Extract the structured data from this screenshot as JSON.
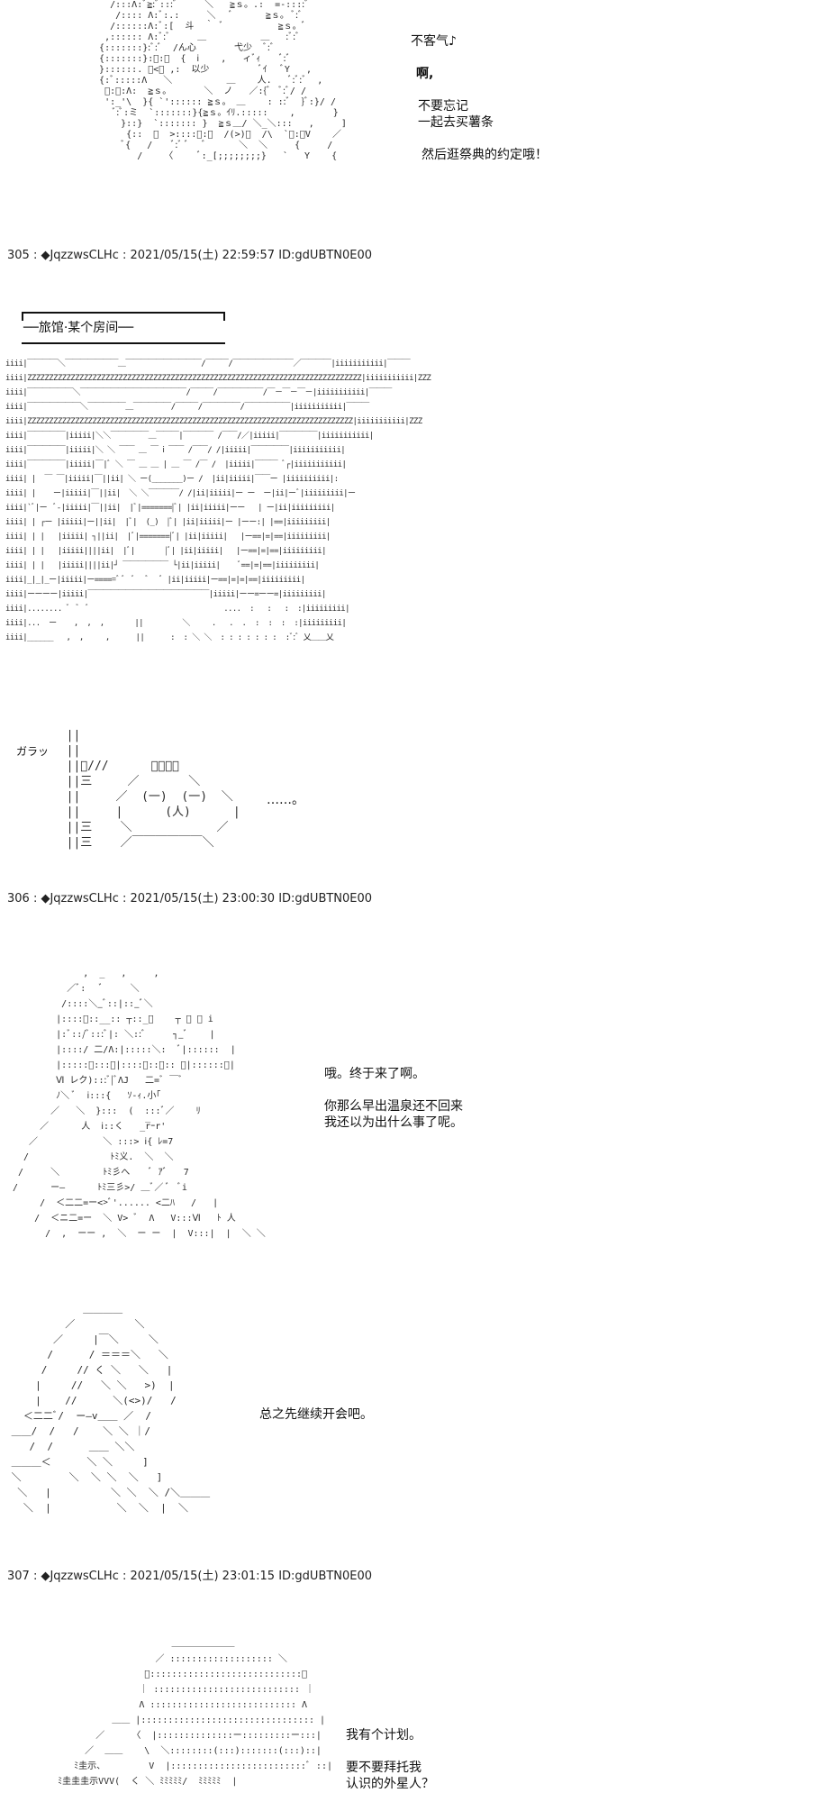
{
  "post_headers": [
    "305 : ◆JqzzwsCLHc : 2021/05/15(土) 22:59:57 ID:gdUBTN0E00",
    "306 : ◆JqzzwsCLHc : 2021/05/15(土) 23:00:30 ID:gdUBTN0E00",
    "307 : ◆JqzzwsCLHc : 2021/05/15(土) 23:01:15 ID:gdUBTN0E00"
  ],
  "top_dialog": {
    "line1": "不客气♪",
    "line2": "啊,",
    "line3": "不要忘记",
    "line4": "一起去买薯条",
    "line5": "然后逛祭典的约定哦！"
  },
  "scene_title": "──旅馆·某个房间──",
  "sfx": {
    "door": "ガラッ",
    "ellipsis": "……。"
  },
  "post306_dialog": {
    "line1": "哦。终于来了啊。",
    "line2": "你那么早出温泉还不回来",
    "line3": "我还以为出什么事了呢。",
    "line4": "总之先继续开会吧。"
  },
  "post307_dialog": {
    "line1": "我有个计划。",
    "line2": "要不要拜托我",
    "line3": "认识的外星人？"
  },
  "aa": {
    "top_char": "     /:::Λ:ﾞ≧:ﾞ:::ﾞ     ＼   ≧ｓ。.:  =-::::ﾞ\n      /:::: Λ:ﾞ:.:     ＼   ﾞ      ≧ｓ。 ﾞ:ﾞ\n     /::::::Λ:ﾞ:[  斗  ｀ ﾞ          ≧ｓ。ﾞ\n    ,:::::: Λ:ﾞ:ﾞ     ＿          ＿   :ﾞ:ﾞ\n   {:::::::}:ﾞ:ﾞ  /ん心       弋少  ﾞ:ﾞ\n   {:::::::}:ﾞ:ﾞ  {  ⅰ    ,   ィﾞｨ    ﾞ:ﾞ\n   }::::::. ﾞ<ﾞ ,:  以少         ﾞｲ   ﾞY   ,\n   {:ﾞ:::::Λ   ＼          ＿    人.   ﾞ:ﾞ:ﾞ  ,\n    ﾞ:ﾞ:Λ:  ≧ｓ。      ＼  ノ   ／:{ﾞ  ﾞ:ﾞ/ /\n    ':_'\\  }{ `':::::: ≧ｓ。 ＿    : ::ﾞ  }ﾞ:}/ /\n      ﾞ:ﾞ:ミ  `:::::::}{≧ｓ。ｲﾘ.:::::    ,       }\n       }::}  `::::::: }  ≧ｓ＿/ ＼_＼:::   ,     ]\n        {::  ﾞ  >::::ﾞ:ﾞ  /(>)ﾞ  /\\  `ﾞ:ﾞV    ／\n       ﾞ{   /    ﾞ:ﾞ ﾞ   ﾞ      ＼  ＼     {     /\n          /    〈     ﾞ:_[;;;;;;;;}   `   Y    {",
    "room": "iiii|￣￣￣￣＼￣￣￣￣￣￣￣＿￣￣￣￣￣￣￣￣￣￣/￣￣￣/￣￣￣￣￣￣￣￣／￣￣￣￣|iiiiiiiiiii|￣￣￣\niiii|ZZZZZZZZZZZZZZZZZZZZZZZZZZZZZZZZZZZZZZZZZZZZZZZZZZZZZZZZZZZZZZZZZZZZZZZZZZZZZ|iiiiiiiiiii|ZZZ\niiii|￣￣￣￣￣￣＼￣￣￣￣￣￣￣￣￣￣￣￣￣￣/￣￣￣/￣￣￣￣￣￣/￣－￣－￣－|iiiiiiiiiii|￣￣￣\niiii|￣￣￣￣￣￣￣＼￣￣￣￣￣＿￣￣￣￣￣/￣￣￣/￣￣￣￣￣/￣￣￣￣￣￣|iiiiiiiiiii|￣￣￣\niiii|ZZZZZZZZZZZZZZZZZZZZZZZZZZZZZZZZZZZZZZZZZZZZZZZZZZZZZZZZZZZZZZZZZZZZZZZZZZZ|iiiiiiiiiii|ZZZ\niiii|￣￣￣￣￣|iiiii|＼＼￣￣￣￣￣＿￣￣￣|￣￣￣￣ /￣￣/／|iiiii|￣￣￣￣￣|iiiiiiiiiii|\niiii|￣￣￣￣￣|iiiii|＼ ＼ ￣￣ ＿ ￣ ⅰ ￣￣ /￣￣/ /|iiiii|￣￣￣￣￣|iiiiiiiiiii|\niiii|￣￣￣￣￣|iiiii|￣|ﾞ ＼ ￣ ＿ ＿ | ＿ ￣ /￣ /  |iiiii|￣￣￣ ﾞ┌|iiiiiiiiiii|\niiii| |  ￣ ￣|iiiii|￣||ii| ＼ ー(_______)ー /  |ii|iiiii|￣￣ー |iiiiiiiiii|:\niiii| |    ー|iiiii|￣||ii|  ＼ ＼￣￣￣￣/ /|ii|iiiii|ー ー  ー|ii|ーﾞ|iiiiiiiii|ー\niiii|`ﾞ|ー  ﾞ-|iiiii|￣||ii|  |ﾞ|=======|ﾞ| |ii|iiiii|ーー   | ー|ii|iiiiiiiii|\niiii| | ┌ー |iiiii|ー||ii|  |ﾞ|  (_)  |ﾞ| |ii|iiiii|ー |ーー:| |==|iiiiiiiii|\niiii| | |   |iiiii| ┐||ii|  |ﾞ|=======|ﾞ| |ii|iiiii|   |ー==|=|==|iiiiiiiii|\niiii| | |   |iiiii||||ii|  |ﾞ|       |ﾞ| |ii|iiiii|   |ー==|=|==|iiiiiiiii|\niiii| | |   |iiiii||||ii|┘ ￣￣￣￣￣￣ └|ii|iiiii|    ﾞ==|=|==|iiiiiiiii|\niiii|_|_|_ー|iiiii|ー=====ﾞ ﾞ  ﾞ   ﾞ   ﾞ |ii|iiiii|ー==|=|=|==|iiiiiiiii|\niiii|ーーーー|iiiii|￣￣￣￣￣￣￣￣￣￣￣￣￣￣￣￣|iiiii|ーー=ーー=|iiiiiiiii|\niiii|........ ﾞ  ﾞ  ﾞ                               ....  :   :   :  :|iiiiiiiii|\niiii|...  ー    ,  ,  ,       ||         ＼     .   .  .  :  :  :  :|iiiiiiiii|\niiii|______   ,  ,     ,      ||      :  : ＼ ＼  : : : : : : :  :ﾞ:ﾞ 乂＿＿乂",
    "door_char": "  ||\n  ||\n  ||ﾞ///      ＿＿＿＿\n  ||三     ／       ＼\n  ||     ／  (一)  (一)  ＼\n  ||     |      (人)      |\n  ||三    ＼            ／\n  ||三    ／￣￣￣￣￣￣＼",
    "char306": "             ,  _   ,     ,\n          ／ﾞ:   ﾞ     ＼\n         /::::＼_ﾞ::|::_ﾞ＼\n        |::::ﾞ::__:: ┬::_ﾞ    ┬ ｰ ｰ i\n        |:ﾞ::/ﾞ:::ﾞ|: ＼::ﾞ     ┐_ﾞ    |\n        |::::/ 二/Λ:|:::::＼:  ﾞ|::::::  |\n        |:::::ﾞ:::ﾞ|::::ﾞ::ﾞ:: ﾞ|::::::ﾞ|\n        Ⅵ レク):::ﾞ|ﾞΛJ   二=ﾞ ￣ﾞ\n        ﾉ＼ ﾞ  ⅰ:::{   ｿ-ｨ.小｢\n       ／   ＼  }:::  (  :::ﾞ／    ﾘ\n     ／      人  ⅰ::く   _r̅ｰr'\n   ／            ＼ :::> ⅰ{ ﾚ=7\n  /               ﾄﾐ义.  ＼  ＼\n /     ＼        ﾄﾐ彡へ    ﾞ ｱﾞ   7\n/      ー―      ﾄﾐ三彡>/ ＿ﾞ／ ﾞ  ﾞi\n     /  ＜二二=ー<>ﾞ'...... <二ﾊ   /   |\n    /  ＜ニ二=ー  ＼ V> ﾞ  Λ   V:::Ⅵ   ﾄ 人\n      /  ,  ーー ,  ＼  ー ー  |  V:::|  |  ＼ ＼",
    "char306b": "             ＿＿＿＿\n          ／          ＼\n        ／     |￣＼     ＼\n       /      / ＝＝＝＼   ＼\n      /     // く ＼   ＼   |\n     |     //   ＼ ＼   >)  |\n     |    //      ＼(<>)/   /\n   ＜二二ﾞ/  ー―v＿＿ ／  /\n ＿＿/  /   /    ＼ ＼ ｜/\n    /  /      ＿＿ ＼＼\n ＿＿＿＜      ＼ ＼     ]\n ＼        ＼  ＼ ＼  ＼   ]\n  ＼   |          ＼ ＼  ＼ /＼＿＿＿\n   ＼  |           ＼  ＼  |  ＼",
    "char307": "                         ＿＿＿＿＿＿＿\n                      ／ ::::::::::::::::::: ＼\n                    ﾞ::::::::::::::::::::::::::::ﾞ\n                   ｜ ::::::::::::::::::::::::::: ｜\n                   Λ ::::::::::::::::::::::::::: Λ\n              ＿＿ |:::::::::::::::::::::::::::::::: |\n           ／     〈  |::::::::::::::ー:::::::::ー:::| \n         ／  ＿＿    \\  ＼::::::::(:::):::::::(:::)::|\n       ﾐ圭示、        V  |:::::::::::::::::::::::::ﾞ ::|\n    ﾐ圭圭圭示VVV(  く ＼ ﾐﾐﾐﾐﾐ/  ﾐﾐﾐﾐﾐ  |"
  }
}
